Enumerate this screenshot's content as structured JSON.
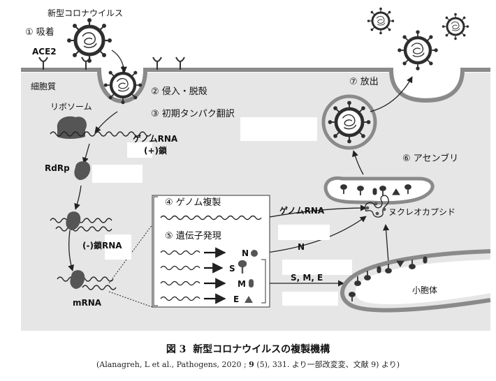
{
  "labels": {
    "virus": "新型コロナウイルス",
    "step1": "① 吸着",
    "ace2": "ACE2",
    "cytoplasm": "細胞質",
    "step2": "② 侵入・脱殻",
    "ribosome": "リボソーム",
    "step3": "③ 初期タンパク翻訳",
    "genome_rna": "ゲノムRNA",
    "plus_strand": "(+)鎖",
    "rdrp": "RdRp",
    "minus_rna": "(-)鎖RNA",
    "mrna": "mRNA",
    "step4": "④ ゲノム複製",
    "step5": "⑤ 遺伝子発現",
    "n": "N",
    "s": "S",
    "m": "M",
    "e": "E",
    "genome_rna2": "ゲノムRNA",
    "n_arrow": "N",
    "sme": "S, M, E",
    "nucleocapsid": "ヌクレオカプシド",
    "step6": "⑥ アセンブリ",
    "step7": "⑦ 放出",
    "er": "小胞体"
  },
  "caption": {
    "figure": "図 3",
    "title": "新型コロナウイルスの複製機構",
    "source_a": "(Alanagreh, L et al., Pathogens, 2020 ; ",
    "source_vol": "9",
    "source_b": " (5), 331. より一部改変変、文献 9) より)"
  },
  "colors": {
    "background": "#e6e6e6",
    "membrane": "#8a8a8a",
    "virus_dark": "#2e2e2e",
    "protein": "#555555"
  }
}
